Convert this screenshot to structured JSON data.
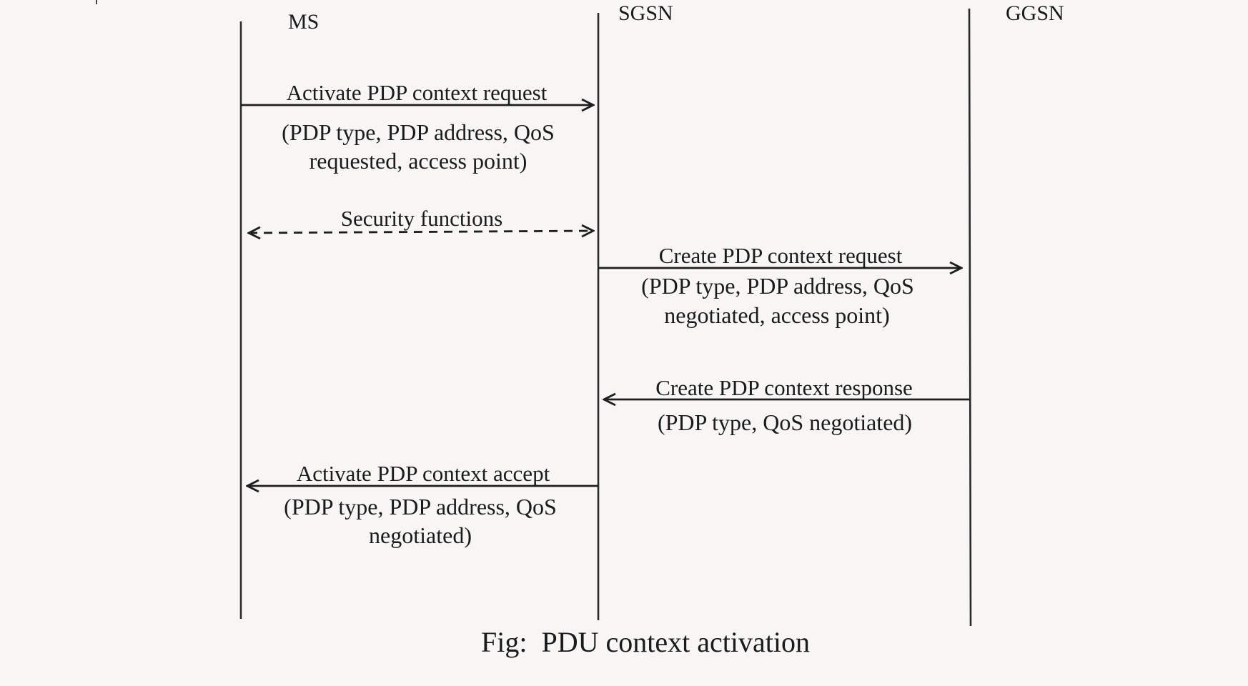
{
  "lifelines": [
    {
      "id": "ms",
      "label": "MS"
    },
    {
      "id": "sgsn",
      "label": "SGSN"
    },
    {
      "id": "ggsn",
      "label": "GGSN"
    }
  ],
  "messages": [
    {
      "label": "Activate PDP context request",
      "params": [
        "(PDP type, PDP address, QoS",
        "requested, access point)"
      ],
      "from": "MS",
      "to": "SGSN",
      "style": "solid"
    },
    {
      "label": "Security functions",
      "params": [],
      "from": "MS",
      "to": "SGSN",
      "style": "dashed-bidirectional"
    },
    {
      "label": "Create PDP context request",
      "params": [
        "(PDP type, PDP address, QoS",
        "negotiated, access point)"
      ],
      "from": "SGSN",
      "to": "GGSN",
      "style": "solid"
    },
    {
      "label": "Create PDP context response",
      "params": [
        "(PDP type, QoS negotiated)"
      ],
      "from": "GGSN",
      "to": "SGSN",
      "style": "solid"
    },
    {
      "label": "Activate PDP context accept",
      "params": [
        "(PDP type, PDP address, QoS",
        "negotiated)"
      ],
      "from": "SGSN",
      "to": "MS",
      "style": "solid"
    }
  ],
  "caption": "Fig:  PDU context activation"
}
